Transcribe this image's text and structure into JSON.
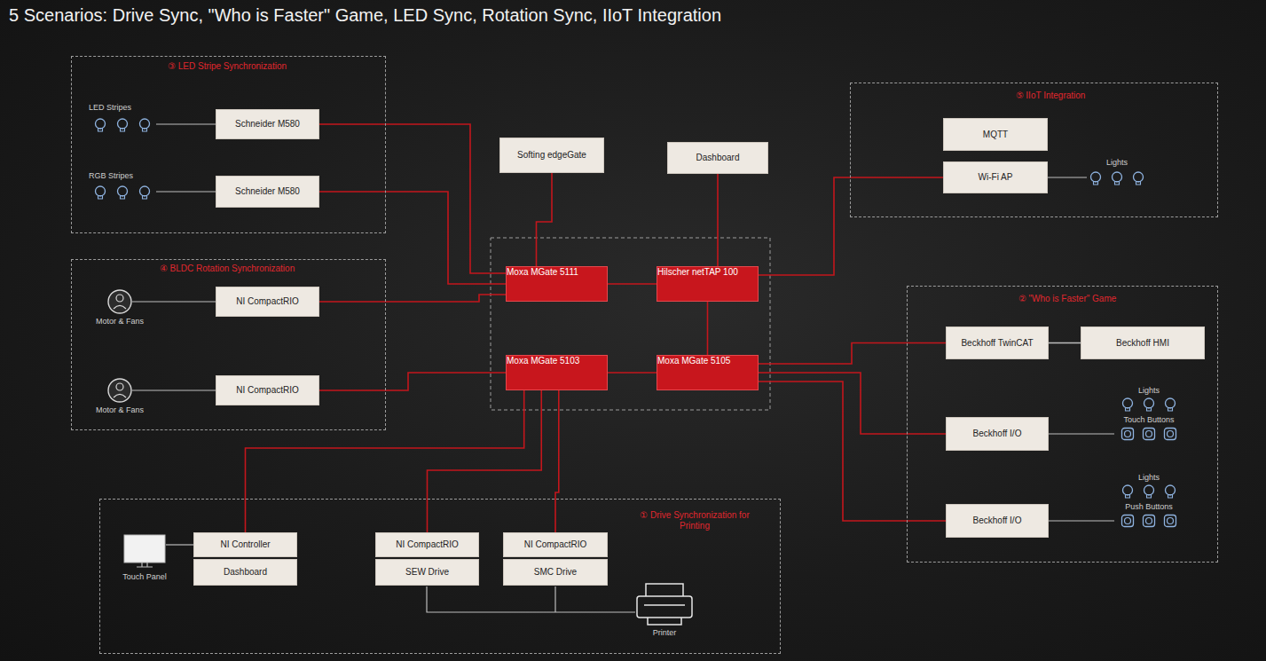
{
  "diagram": {
    "title": "5 Scenarios: Drive Sync, \"Who is Faster\" Game, LED Sync, Rotation Sync, IIoT Integration",
    "nodes": [
      {
        "text": [
          "③ LED Stripe Synchronization"
        ]
      },
      {
        "text": [
          "Schneider M580"
        ],
        "in": 0
      },
      {
        "text": [
          "Schneider M580"
        ],
        "in": 0
      },
      {
        "text": [
          "④ BLDC Rotation Synchronization"
        ]
      },
      {
        "text": [
          "NI CompactRIO"
        ],
        "in": 3
      },
      {
        "text": [
          "NI CompactRIO"
        ],
        "in": 3
      },
      {
        "text": [
          "Softing edgeGate"
        ]
      },
      {
        "text": [
          "Dashboard"
        ]
      },
      {
        "text": [
          "Moxa MGate 5111"
        ]
      },
      {
        "text": [
          "Hilscher netTAP 100"
        ]
      },
      {
        "text": [
          "Moxa MGate 5103"
        ]
      },
      {
        "text": [
          "Moxa MGate 5105"
        ]
      },
      {
        "text": [
          "⑤ IIoT Integration"
        ]
      },
      {
        "text": [
          "MQTT"
        ],
        "in": 12
      },
      {
        "text": [
          "Wi-Fi AP"
        ],
        "in": 12
      },
      {
        "text": [
          "② \"Who is Faster\" Game"
        ]
      },
      {
        "text": [
          "Beckhoff TwinCAT"
        ],
        "in": 15
      },
      {
        "text": [
          "Beckhoff HMI"
        ],
        "in": 15
      },
      {
        "text": [
          "Beckhoff I/O"
        ],
        "in": 15
      },
      {
        "text": [
          "Beckhoff I/O"
        ],
        "in": 15
      },
      {
        "text": [
          "① Drive Synchronization for Printing"
        ]
      },
      {
        "text": [
          "NI Controller"
        ],
        "in": 20
      },
      {
        "text": [
          "Dashboard"
        ],
        "in": 20
      },
      {
        "text": [
          "NI CompactRIO"
        ],
        "in": 20
      },
      {
        "text": [
          "SEW Drive"
        ],
        "in": 20
      },
      {
        "text": [
          "NI CompactRIO"
        ],
        "in": 20
      },
      {
        "text": [
          "SMC Drive"
        ],
        "in": 20
      }
    ],
    "edges": [
      {
        "from": 1,
        "to": 8,
        "arrow": "none"
      },
      {
        "from": 2,
        "to": 8,
        "arrow": "none"
      },
      {
        "from": 4,
        "to": 8,
        "arrow": "none"
      },
      {
        "from": 5,
        "to": 10,
        "arrow": "none"
      },
      {
        "from": 6,
        "to": 8,
        "arrow": "none"
      },
      {
        "from": 7,
        "to": 9,
        "arrow": "none"
      },
      {
        "from": 8,
        "to": 9,
        "arrow": "none"
      },
      {
        "from": 9,
        "to": 11,
        "arrow": "none"
      },
      {
        "from": 10,
        "to": 11,
        "arrow": "none"
      },
      {
        "from": 9,
        "to": 14,
        "arrow": "none"
      },
      {
        "from": 11,
        "to": 16,
        "arrow": "none"
      },
      {
        "from": 11,
        "to": 18,
        "arrow": "none"
      },
      {
        "from": 11,
        "to": 19,
        "arrow": "none"
      },
      {
        "from": 16,
        "to": 17,
        "arrow": "none"
      },
      {
        "from": 10,
        "to": 21,
        "arrow": "none"
      },
      {
        "from": 10,
        "to": 23,
        "arrow": "none"
      },
      {
        "from": 10,
        "to": 25,
        "arrow": "none"
      }
    ],
    "labels": [
      "LED Stripes",
      "RGB Stripes",
      "Motor & Fans",
      "Motor & Fans",
      "Lights",
      "Lights",
      "Touch Buttons",
      "Lights",
      "Push Buttons",
      "Touch Panel",
      "Printer"
    ]
  }
}
